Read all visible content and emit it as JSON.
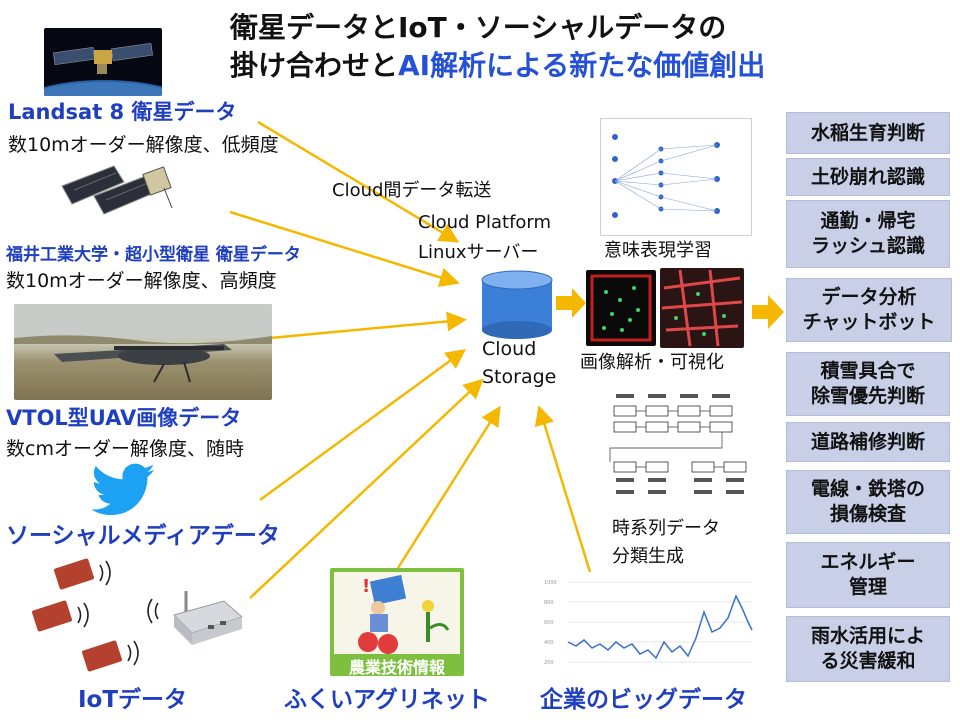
{
  "title": {
    "line1": "衛星データとIoT・ソーシャルデータの",
    "line2_black_a": "掛け合わせと",
    "line2_blue": "AI解析による新たな価値創出"
  },
  "sources": {
    "landsat": {
      "title": "Landsat 8 衛星データ",
      "desc": "数10mオーダー解像度、低頻度"
    },
    "fukui_sat": {
      "title": "福井工業大学・超小型衛星  衛星データ",
      "desc": "数10mオーダー解像度、高頻度"
    },
    "vtol": {
      "title": "VTOL型UAV画像データ",
      "desc": "数cmオーダー解像度、随時"
    },
    "social": {
      "title": "ソーシャルメディアデータ"
    },
    "iot": {
      "title": "IoTデータ"
    },
    "agri": {
      "title": "ふくいアグリネット",
      "sign_text": "農業技術情報"
    },
    "bigdata": {
      "title": "企業のビッグデータ"
    }
  },
  "center": {
    "transfer": "Cloud間データ転送",
    "platform_line1": "Cloud Platform",
    "platform_line2": "Linuxサーバー",
    "storage_line1": "Cloud",
    "storage_line2": "Storage"
  },
  "analysis": {
    "semantic": "意味表現学習",
    "image": "画像解析・可視化",
    "timeseries_line1": "時系列データ",
    "timeseries_line2": "分類生成"
  },
  "output": {
    "line1": "データ分析",
    "line2": "チャットボット"
  },
  "applications": [
    {
      "line1": "水稲生育判断",
      "line2": ""
    },
    {
      "line1": "土砂崩れ認識",
      "line2": ""
    },
    {
      "line1": "通勤・帰宅",
      "line2": "ラッシュ認識"
    },
    {
      "line1": "積雪具合で",
      "line2": "除雪優先判断"
    },
    {
      "line1": "道路補修判断",
      "line2": ""
    },
    {
      "line1": "電線・鉄塔の",
      "line2": "損傷検査"
    },
    {
      "line1": "エネルギー",
      "line2": "管理"
    },
    {
      "line1": "雨水活用によ",
      "line2": "る災害緩和"
    }
  ],
  "colors": {
    "arrow": "#f5b800",
    "title_blue": "#2451d6",
    "app_box": "#c8cfe6",
    "storage": "#3b7fd9",
    "twitter": "#1da1f2"
  }
}
